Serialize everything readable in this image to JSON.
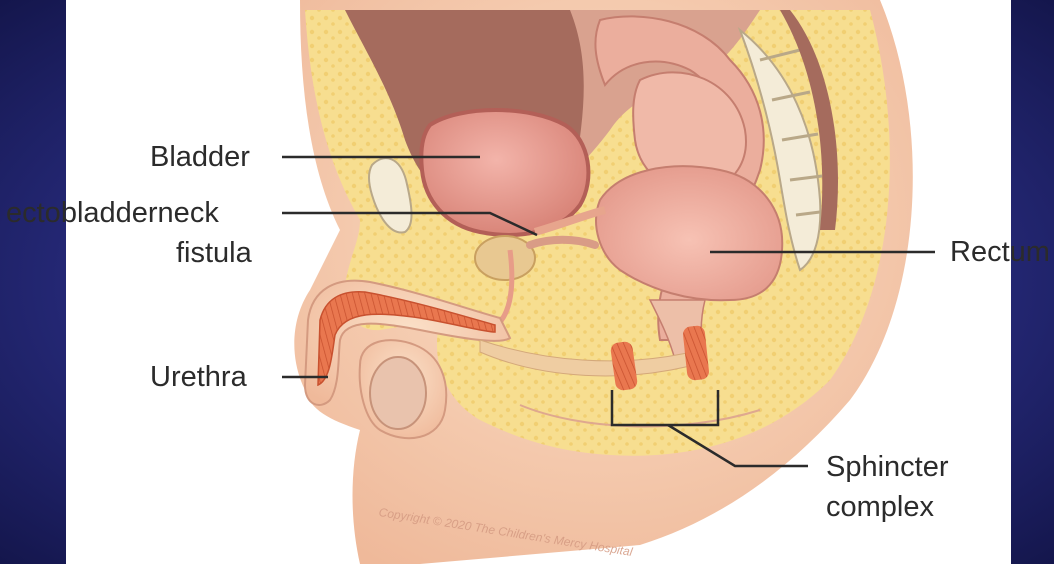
{
  "labels": {
    "bladder": "Bladder",
    "fistula_line1": "ectobladderneck",
    "fistula_line2": "fistula",
    "urethra": "Urethra",
    "rectum": "Rectum",
    "sphincter_line1": "Sphincter",
    "sphincter_line2": "complex"
  },
  "copyright": "Copyright © 2020 The Children's Mercy Hospital",
  "colors": {
    "fat": "#f6dc8a",
    "skin": "#f3c4a0",
    "organ": "#e9a39a",
    "organ_dark": "#c9736c",
    "penis_muscle": "#e26b46",
    "bone": "#f4ecd8",
    "leader_line": "#2b2b2b",
    "slide_background": "#2b2f86"
  }
}
